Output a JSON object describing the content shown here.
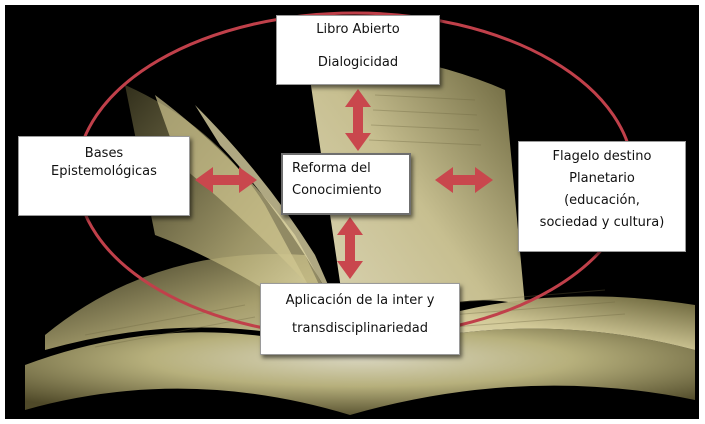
{
  "nodes": {
    "top": {
      "line1": "Libro Abierto",
      "line2": "Dialogicidad"
    },
    "left": {
      "line1": "Bases",
      "line2": "Epistemológicas"
    },
    "center": {
      "line1": "Reforma del",
      "line2": "Conocimiento"
    },
    "right": {
      "line1": "Flagelo destino",
      "line2": "Planetario",
      "line3": "(educación,",
      "line4": "sociedad y cultura)"
    },
    "bottom": {
      "line1": "Aplicación de la inter y",
      "line2": "transdisciplinariedad"
    }
  },
  "colors": {
    "ellipse": "#c0404a",
    "arrow": "#c9474d",
    "background": "#000000"
  },
  "icons": {
    "photo": "open-book-photo"
  }
}
